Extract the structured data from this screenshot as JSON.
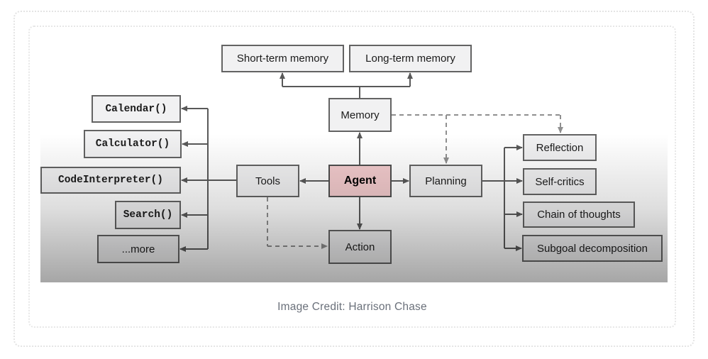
{
  "caption": "Image Credit: Harrison Chase",
  "colors": {
    "agent_fill": "#f3cbcd",
    "node_fill": "#f1f1f2",
    "node_border": "#636363",
    "solid_line": "#595959",
    "dashed_line": "#8f8f8f",
    "caption_text": "#6a707a",
    "card_border": "#e4e4e4"
  },
  "nodes": {
    "short_term_memory": "Short-term memory",
    "long_term_memory": "Long-term memory",
    "memory": "Memory",
    "tools": "Tools",
    "agent": "Agent",
    "planning": "Planning",
    "action": "Action",
    "calendar": "Calendar()",
    "calculator": "Calculator()",
    "code_interpreter": "CodeInterpreter()",
    "search": "Search()",
    "more": "...more",
    "reflection": "Reflection",
    "self_critics": "Self-critics",
    "chain_of_thoughts": "Chain of thoughts",
    "subgoal_decomposition": "Subgoal decomposition"
  }
}
